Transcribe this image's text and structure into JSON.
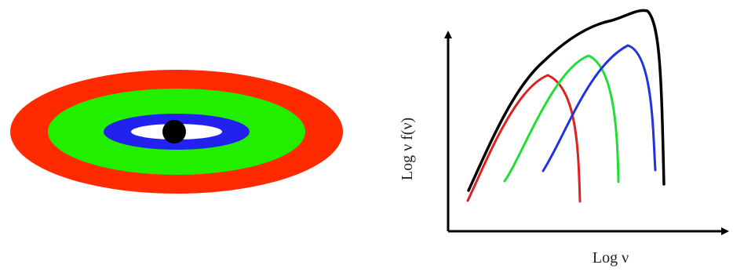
{
  "disk": {
    "zones": [
      {
        "name": "outer-zone",
        "color": "#ff2a00"
      },
      {
        "name": "middle-zone",
        "color": "#22ee00"
      },
      {
        "name": "inner-zone",
        "color": "#2222ee"
      },
      {
        "name": "innermost-zone",
        "color": "#ffffff"
      }
    ],
    "central_object_color": "#000000"
  },
  "sed_plot": {
    "x_axis_label": "Log ν",
    "y_axis_label": "Log ν f(ν)",
    "curve_colors": {
      "total": "#000000",
      "red": "#dd2222",
      "green": "#22dd33",
      "blue": "#2233dd"
    }
  }
}
